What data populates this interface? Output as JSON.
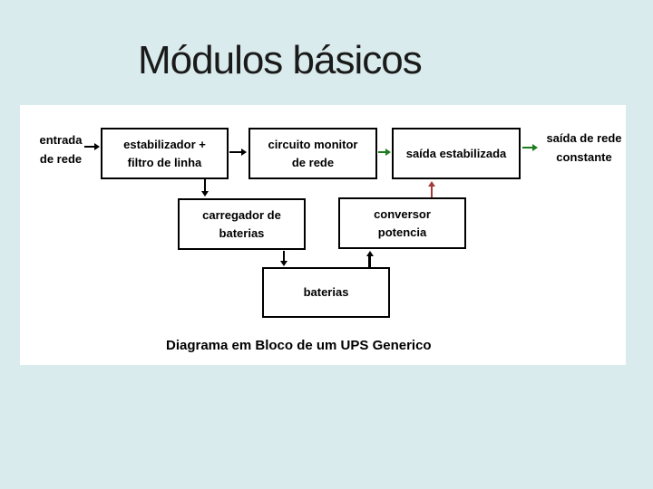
{
  "colors": {
    "background": "#d9ebec",
    "panel": "#ffffff",
    "text": "#000000",
    "title": "#1a1a1a",
    "arrow-black": "#000000",
    "arrow-green": "#1e7b1e",
    "arrow-red": "#a33b3b"
  },
  "slide": {
    "title": "Módulos básicos"
  },
  "diagram": {
    "caption": "Diagrama em Bloco de um UPS Generico",
    "input_label": "entrada\nde rede",
    "output_label": "saída de rede\nconstante",
    "boxes": [
      {
        "id": "stabilizer-filter",
        "label": "estabilizador +\nfiltro de linha"
      },
      {
        "id": "grid-monitor",
        "label": "circuito monitor\nde rede"
      },
      {
        "id": "stabilized-output",
        "label": "saída estabilizada"
      },
      {
        "id": "battery-charger",
        "label": "carregador de\nbaterias"
      },
      {
        "id": "power-converter",
        "label": "conversor\npotencia"
      },
      {
        "id": "batteries",
        "label": "baterias"
      }
    ],
    "arrows": [
      {
        "from": "entrada de rede",
        "to": "estabilizador + filtro de linha",
        "color": "black",
        "direction": "right"
      },
      {
        "from": "estabilizador + filtro de linha",
        "to": "circuito monitor de rede",
        "color": "black",
        "direction": "right"
      },
      {
        "from": "circuito monitor de rede",
        "to": "saída estabilizada",
        "color": "green",
        "direction": "right"
      },
      {
        "from": "saída estabilizada",
        "to": "saída de rede constante",
        "color": "green",
        "direction": "right"
      },
      {
        "from": "estabilizador + filtro de linha",
        "to": "carregador de baterias",
        "color": "black",
        "direction": "down"
      },
      {
        "from": "conversor potencia",
        "to": "saída estabilizada",
        "color": "red",
        "direction": "up"
      },
      {
        "from": "carregador de baterias",
        "to": "baterias",
        "color": "black",
        "direction": "down"
      },
      {
        "from": "baterias",
        "to": "conversor potencia",
        "color": "black",
        "direction": "up"
      }
    ]
  }
}
